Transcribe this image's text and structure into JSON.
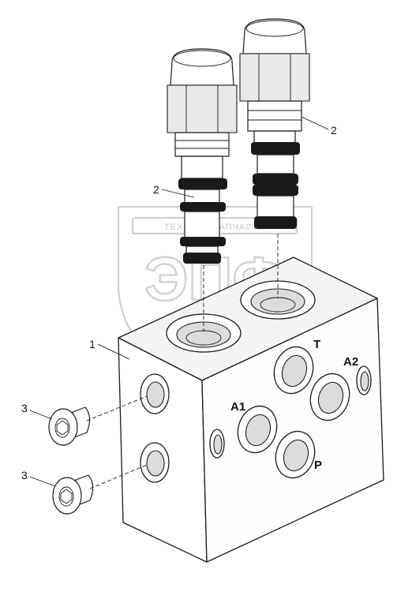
{
  "callouts": {
    "block": "1",
    "cartridge_left": "2",
    "cartridge_right": "2",
    "plug_upper": "3",
    "plug_lower": "3"
  },
  "ports": {
    "t": "T",
    "a1": "A1",
    "a2": "A2",
    "p": "P"
  },
  "watermark": {
    "top_text": "ТЕХНИКА ЗАПЧАСТИ",
    "letters": "ЭПФ"
  }
}
